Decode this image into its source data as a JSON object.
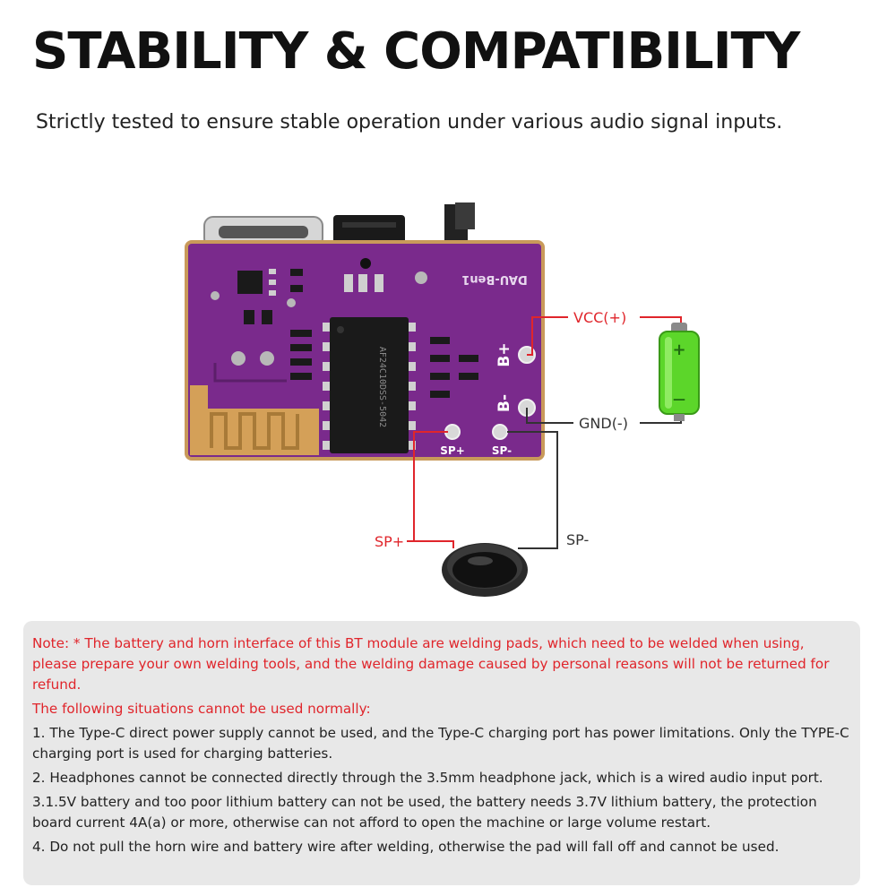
{
  "header": {
    "title": "STABILITY & COMPATIBILITY",
    "subtitle": "Strictly tested to ensure stable operation under various audio signal inputs."
  },
  "diagram": {
    "board_silkscreen": "DAU-Ben1",
    "chip_marking": "AF24C10DSS-5042",
    "pad_labels": {
      "b_plus": "B+",
      "b_minus": "B-",
      "sp_plus": "SP+",
      "sp_minus": "SP-"
    },
    "callouts": {
      "vcc": "VCC(+)",
      "gnd": "GND(-)",
      "sp_plus": "SP+",
      "sp_minus": "SP-"
    },
    "battery_symbols": {
      "plus": "+",
      "minus": "—"
    },
    "colors": {
      "board": "#7a2a8c",
      "wire_red": "#e0252b",
      "wire_black": "#333333",
      "battery": "#5cd62a"
    }
  },
  "notes": {
    "warning": "Note: * The battery and horn interface of this BT module are welding pads, which need to be welded when using, please prepare your own welding tools, and the welding damage caused by personal reasons will not be returned for refund.",
    "heading": "The following situations cannot be used normally:",
    "items": [
      "1. The Type-C direct power supply cannot be used, and the Type-C charging port has power limitations. Only the TYPE-C charging port is used for charging batteries.",
      "2. Headphones cannot be connected directly through the 3.5mm headphone jack, which is a wired audio input port.",
      "3.1.5V battery and too poor lithium battery can not be used, the battery needs 3.7V lithium battery, the protection board current 4A(a) or more, otherwise can not afford to open the machine or large volume restart.",
      "4. Do not pull the horn wire and battery wire after welding, otherwise the pad will fall off and cannot be used."
    ]
  }
}
